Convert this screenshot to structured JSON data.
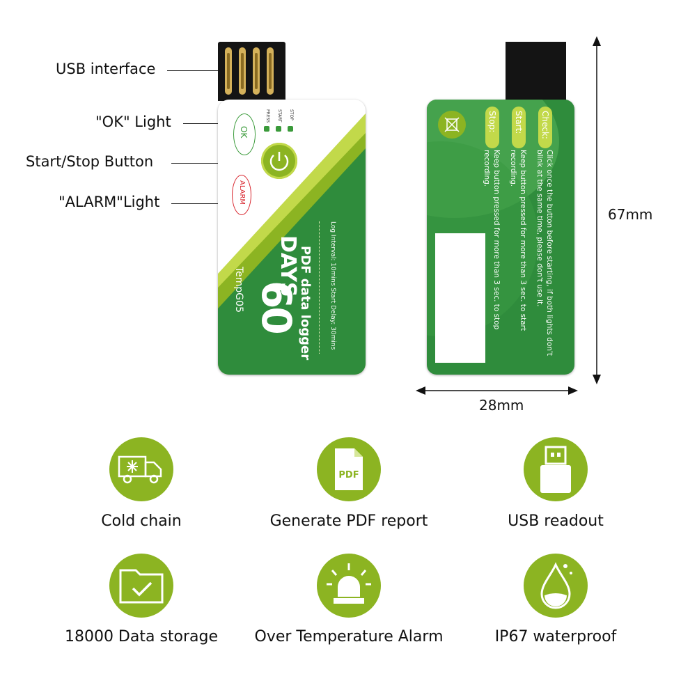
{
  "callouts": {
    "usb": "USB interface",
    "ok": "\"OK\" Light",
    "button": "Start/Stop Button",
    "alarm": "\"ALARM\"Light"
  },
  "front": {
    "ok_light": "OK",
    "alarm_light": "ALARM",
    "press": "PRESS",
    "start": "START",
    "stop": "STOP",
    "model": "TempG05",
    "days_number": "60",
    "days_word": "DAYS",
    "subtitle": "PDF data logger",
    "spec": "Log Interval: 10mins Start Delay: 30mins"
  },
  "back": {
    "check_label": "Check:",
    "check_text_1": "Click once the button before starting, if both lights don't",
    "check_text_2": "blink at the same time, please don't use it.",
    "start_label": "Start:",
    "start_text_1": "Keep button pressed for more than 3 sec. to start",
    "start_text_2": "recording.",
    "stop_label": "Stop:",
    "stop_text_1": "Keep button pressed for more than 3 sec. to stop",
    "stop_text_2": "recording."
  },
  "dimensions": {
    "height": "67mm",
    "width": "28mm"
  },
  "features": [
    {
      "label": "Cold chain",
      "icon": "truck-icon"
    },
    {
      "label": "Generate PDF report",
      "icon": "pdf-icon",
      "icon_text": "PDF"
    },
    {
      "label": "USB readout",
      "icon": "usb-icon"
    },
    {
      "label": "18000 Data storage",
      "icon": "folder-check-icon"
    },
    {
      "label": "Over Temperature Alarm",
      "icon": "alarm-light-icon"
    },
    {
      "label": "IP67 waterproof",
      "icon": "water-drop-icon"
    }
  ],
  "colors": {
    "green_dark": "#2f8c3c",
    "green_light": "#8cb422",
    "ok_green": "#3a9a3a",
    "alarm_red": "#d8262e"
  }
}
